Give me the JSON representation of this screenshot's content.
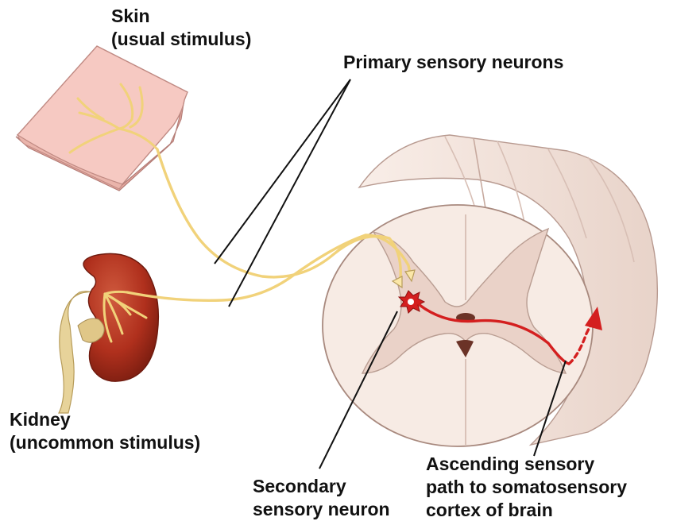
{
  "labels": {
    "skin": {
      "line1": "Skin",
      "line2": "(usual stimulus)"
    },
    "primary": {
      "line1": "Primary sensory neurons"
    },
    "kidney": {
      "line1": "Kidney",
      "line2": "(uncommon stimulus)"
    },
    "secondary": {
      "line1": "Secondary",
      "line2": "sensory neuron"
    },
    "ascending": {
      "line1": "Ascending sensory",
      "line2": "path to somatosensory",
      "line3": "cortex of brain"
    }
  },
  "colors": {
    "skin_fill": "#f6c9c2",
    "nerve": "#f1d27a",
    "kidney": "#b0301d",
    "cord_white": "#f7ebe4",
    "cord_gray": "#ead2c8",
    "pathway": "#d41f1f",
    "leader_line": "#111111"
  }
}
